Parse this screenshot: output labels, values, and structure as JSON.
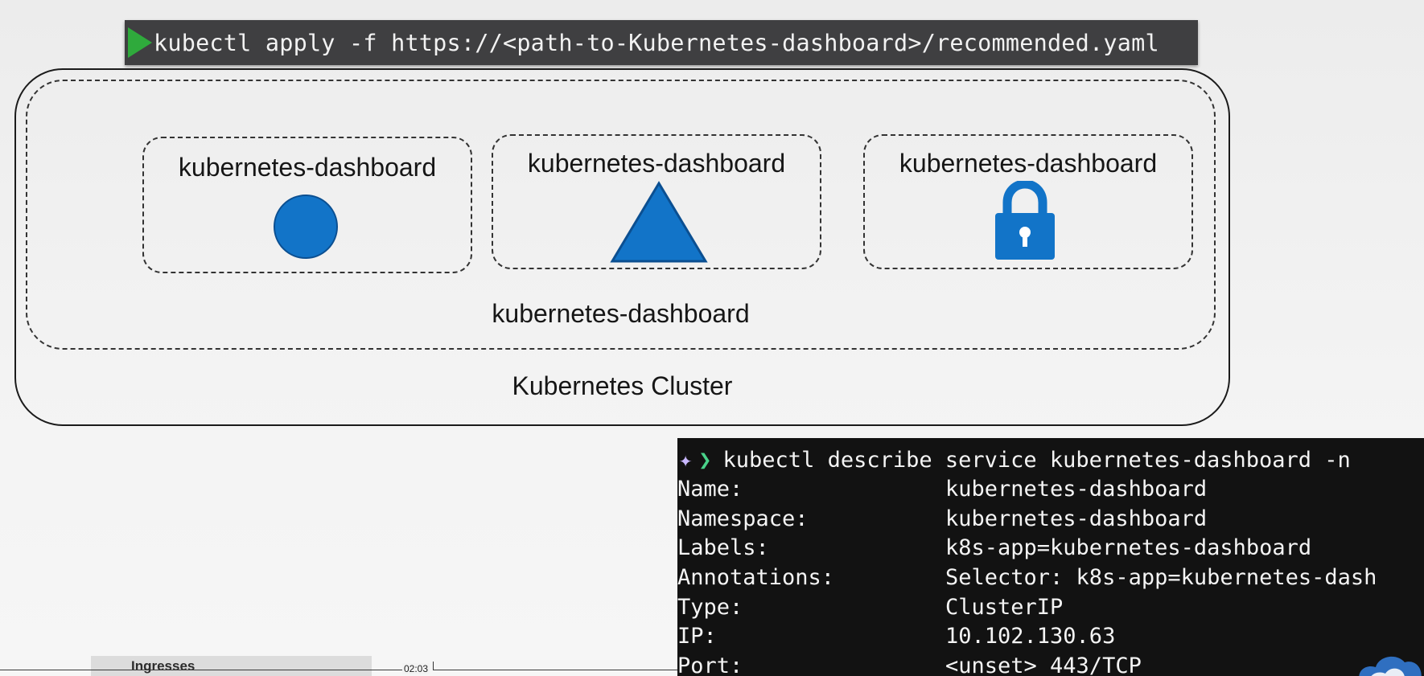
{
  "command_bar": {
    "text": "kubectl apply -f https://<path-to-Kubernetes-dashboard>/recommended.yaml"
  },
  "diagram": {
    "objects": [
      {
        "label": "kubernetes-dashboard",
        "icon": "circle-icon",
        "color": "#1274c8"
      },
      {
        "label": "kubernetes-dashboard",
        "icon": "triangle-icon",
        "color": "#1274c8"
      },
      {
        "label": "kubernetes-dashboard",
        "icon": "lock-icon",
        "color": "#1274c8"
      }
    ],
    "namespace_label": "kubernetes-dashboard",
    "cluster_label": "Kubernetes Cluster"
  },
  "terminal": {
    "prompt_icons": [
      "sparkle-icon",
      "chevron-right-icon"
    ],
    "command": "kubectl describe service kubernetes-dashboard -n",
    "rows": [
      {
        "key": "Name:",
        "value": "kubernetes-dashboard"
      },
      {
        "key": "Namespace:",
        "value": "kubernetes-dashboard"
      },
      {
        "key": "Labels:",
        "value": "k8s-app=kubernetes-dashboard"
      },
      {
        "key": "Annotations:",
        "value": "Selector:  k8s-app=kubernetes-dash"
      },
      {
        "key": "Type:",
        "value": "ClusterIP"
      },
      {
        "key": "IP:",
        "value": "10.102.130.63"
      },
      {
        "key": "Port:",
        "value": "<unset>  443/TCP"
      }
    ]
  },
  "footer": {
    "partial_text": "Ingresses",
    "timestamp": "02:03"
  },
  "colors": {
    "accent_green": "#2faa3c",
    "shape_blue": "#1274c8",
    "terminal_bg": "#121212"
  }
}
